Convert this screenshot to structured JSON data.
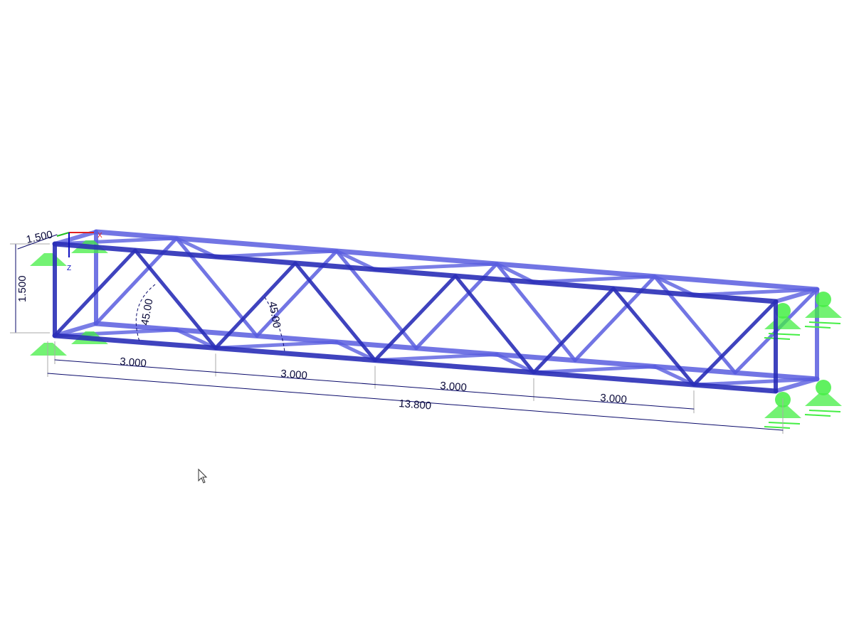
{
  "colors": {
    "member": "#2b2fb8",
    "member_light": "#5a5ee0",
    "support": "#44ee44",
    "dimension": "#0a0a6a",
    "axis_x": "#e02020",
    "axis_y": "#20c020",
    "axis_z": "#1010c0"
  },
  "axes": {
    "x": "X",
    "z": "Z"
  },
  "dimensions": {
    "depth": "1.500",
    "height": "1.500",
    "angle_1": "45.00",
    "angle_2": "45.00",
    "panels": [
      "3.000",
      "3.000",
      "3.000",
      "3.000"
    ],
    "total": "13.800"
  },
  "icons": {
    "cursor": "mouse-pointer-icon"
  }
}
